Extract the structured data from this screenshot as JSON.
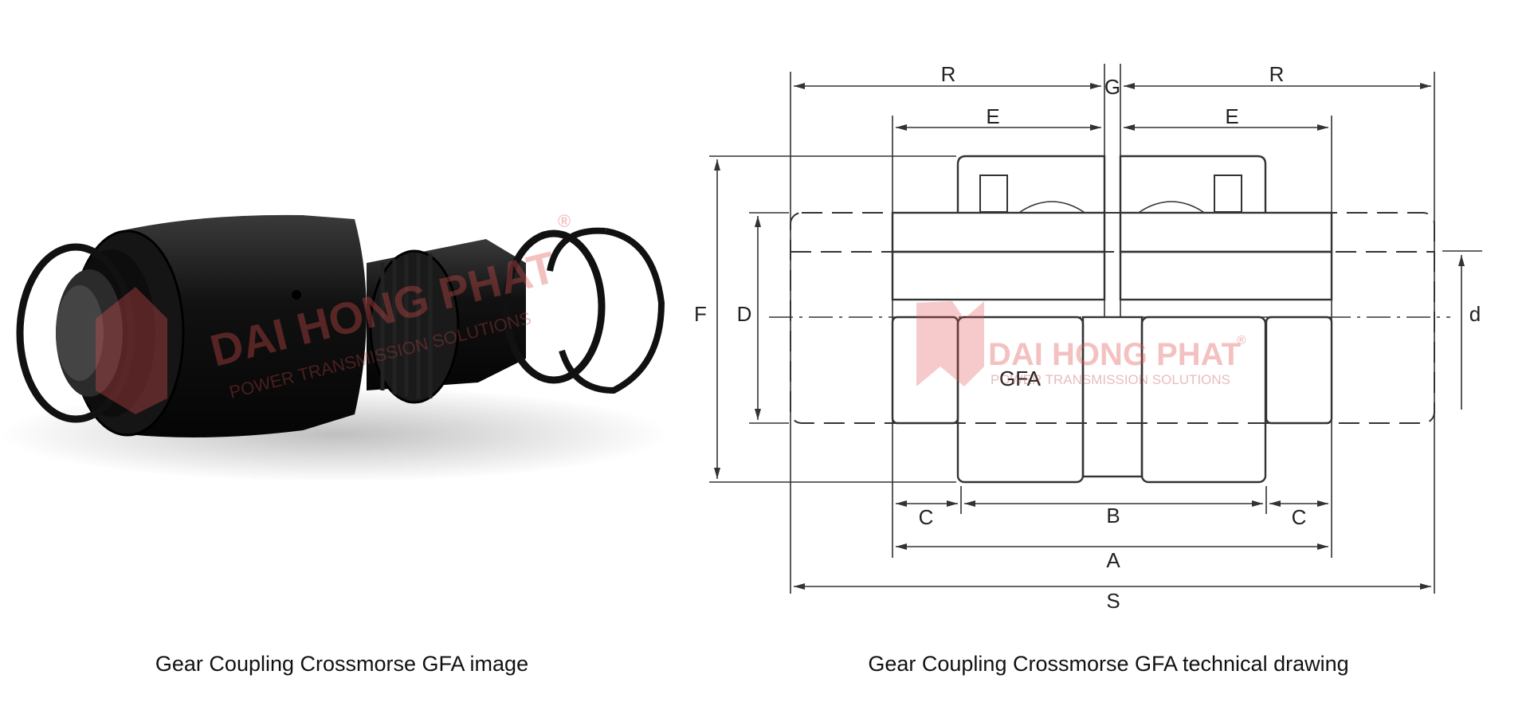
{
  "photo": {
    "caption": "Gear Coupling Crossmorse GFA image"
  },
  "drawing": {
    "caption": "Gear Coupling Crossmorse GFA technical drawing",
    "model_label": "GFA",
    "dimensions": {
      "R": "R",
      "G": "G",
      "E": "E",
      "F": "F",
      "D": "D",
      "d": "d",
      "C": "C",
      "B": "B",
      "A": "A",
      "S": "S"
    }
  },
  "watermark": {
    "brand": "DAI HONG PHAT",
    "tagline": "POWER TRANSMISSION SOLUTIONS",
    "mark": "®",
    "color": "#e05050"
  }
}
